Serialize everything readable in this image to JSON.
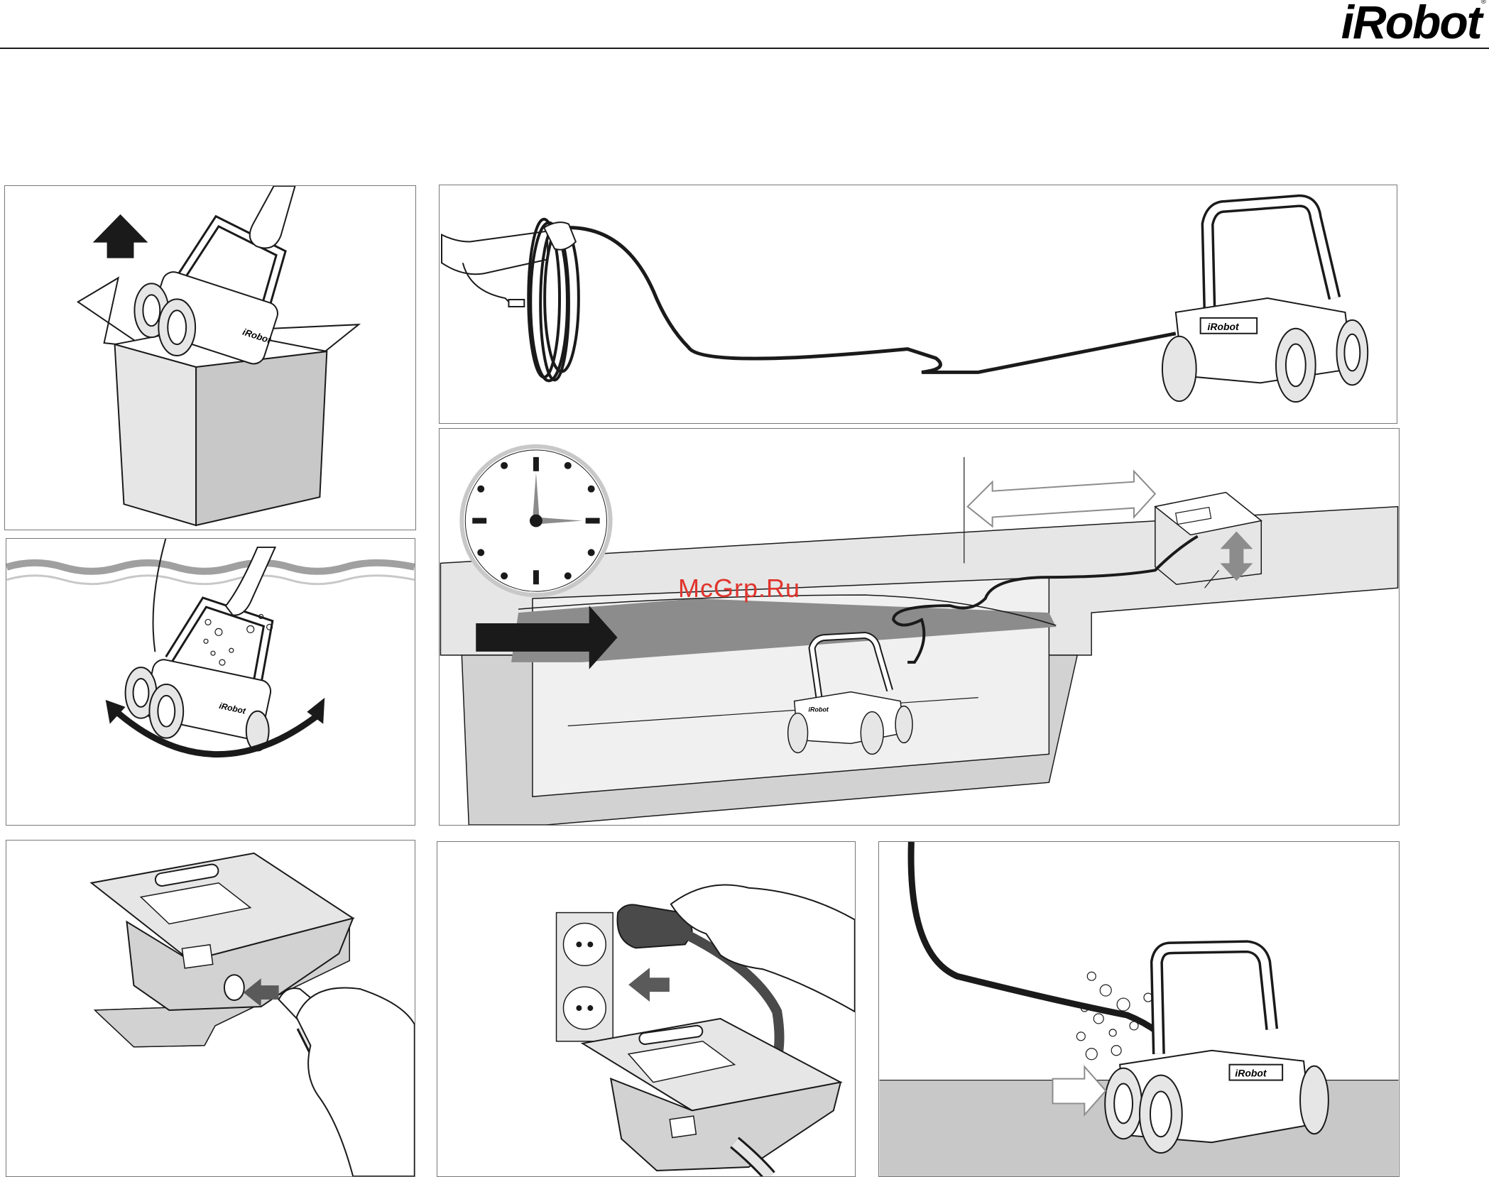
{
  "header": {
    "logo_text": "iRobot",
    "logo_mark": "®"
  },
  "watermark": {
    "text": "McGrp.Ru"
  },
  "robot_labels": {
    "label": "iRobot"
  },
  "clock": {
    "hour": 3,
    "minute": 0
  },
  "colors": {
    "line": "#1a1a1a",
    "light_gray": "#e6e6e6",
    "mid_gray": "#c8c8c8",
    "water_gray": "#8c8c8c",
    "watermark_red": "#e0342c"
  }
}
